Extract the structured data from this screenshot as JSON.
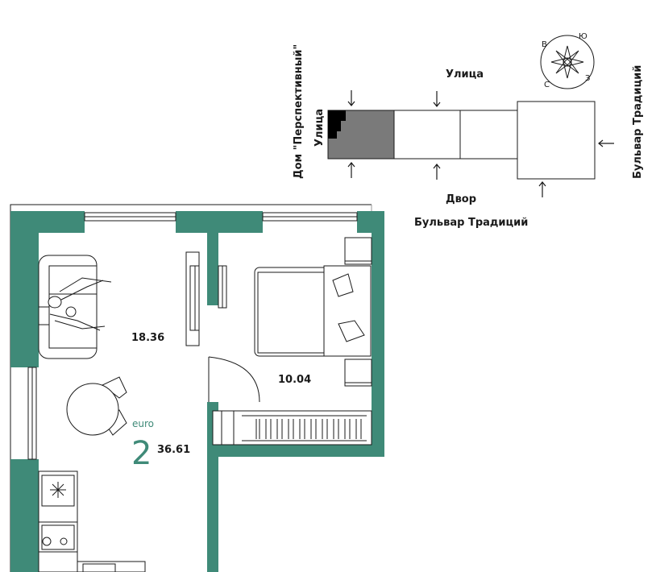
{
  "site": {
    "street_top": "Улица",
    "yard": "Двор",
    "boulevard_bottom": "Бульвар Традиций",
    "boulevard_side": "Бульвар Традиций",
    "house_name": "Дом \"Перспективный\"",
    "street_left": "Улица"
  },
  "compass": {
    "north": "С",
    "south": "Ю",
    "east": "В",
    "west": "З"
  },
  "apartment": {
    "type": "euro",
    "rooms": "2",
    "total_area": "36.61",
    "rooms_list": [
      {
        "name": "living-kitchen",
        "area": "18.36"
      },
      {
        "name": "bedroom",
        "area": "10.04"
      }
    ]
  },
  "colors": {
    "wall": "#3f8a78",
    "section_dark": "#7a7a7a",
    "apartment_marker": "#000000",
    "accent_text": "#3f8a78"
  }
}
